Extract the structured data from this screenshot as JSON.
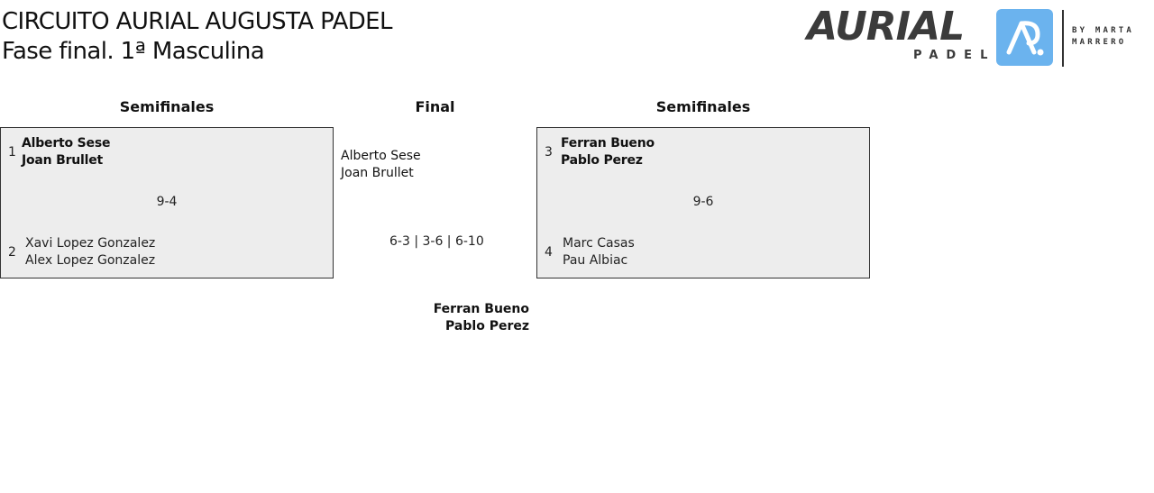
{
  "header": {
    "title": "CIRCUITO AURIAL AUGUSTA PADEL",
    "subtitle": "Fase final. 1ª Masculina"
  },
  "logo": {
    "wordmark": "AURIAL",
    "sub": "PADEL",
    "by_line1": "BY MARTA",
    "by_line2": "MARRERO",
    "mark_color": "#6bb3ee"
  },
  "bracket": {
    "left_round": "Semifinales",
    "final_round": "Final",
    "right_round": "Semifinales",
    "semifinal_1": {
      "top": {
        "seed": "1",
        "player1": "Alberto Sese",
        "player2": "Joan Brullet",
        "winner": true
      },
      "bottom": {
        "seed": "2",
        "player1": "Xavi Lopez Gonzalez",
        "player2": "Alex Lopez Gonzalez",
        "winner": false
      },
      "score": "9-4"
    },
    "semifinal_2": {
      "top": {
        "seed": "3",
        "player1": "Ferran Bueno",
        "player2": "Pablo Perez",
        "winner": true
      },
      "bottom": {
        "seed": "4",
        "player1": "Marc Casas",
        "player2": "Pau Albiac",
        "winner": false
      },
      "score": "9-6"
    },
    "final": {
      "team_a": {
        "player1": "Alberto Sese",
        "player2": "Joan Brullet",
        "winner": false
      },
      "team_b": {
        "player1": "Ferran Bueno",
        "player2": "Pablo Perez",
        "winner": true
      },
      "score": "6-3 | 3-6 | 6-10"
    }
  }
}
